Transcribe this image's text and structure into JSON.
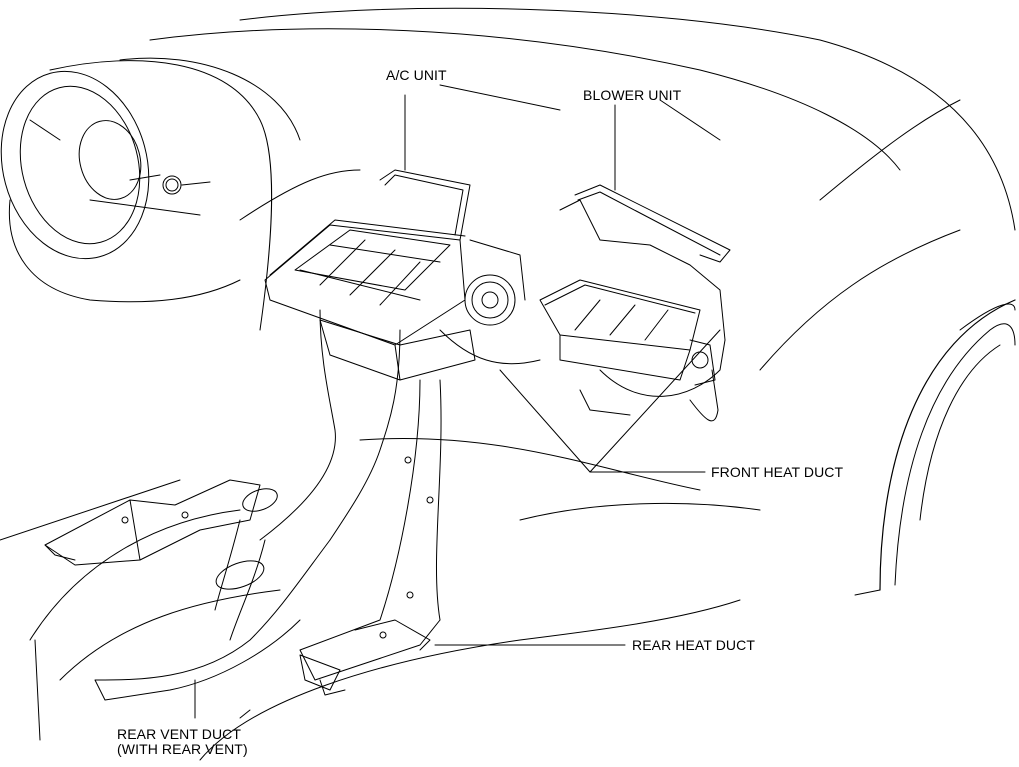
{
  "diagram": {
    "labels": {
      "ac_unit": "A/C UNIT",
      "blower_unit": "BLOWER UNIT",
      "front_heat_duct": "FRONT HEAT DUCT",
      "rear_heat_duct": "REAR HEAT DUCT",
      "rear_vent_duct_line1": "REAR VENT DUCT",
      "rear_vent_duct_line2": "(WITH REAR VENT)"
    },
    "colors": {
      "ink": "#000000",
      "background": "#ffffff"
    }
  }
}
